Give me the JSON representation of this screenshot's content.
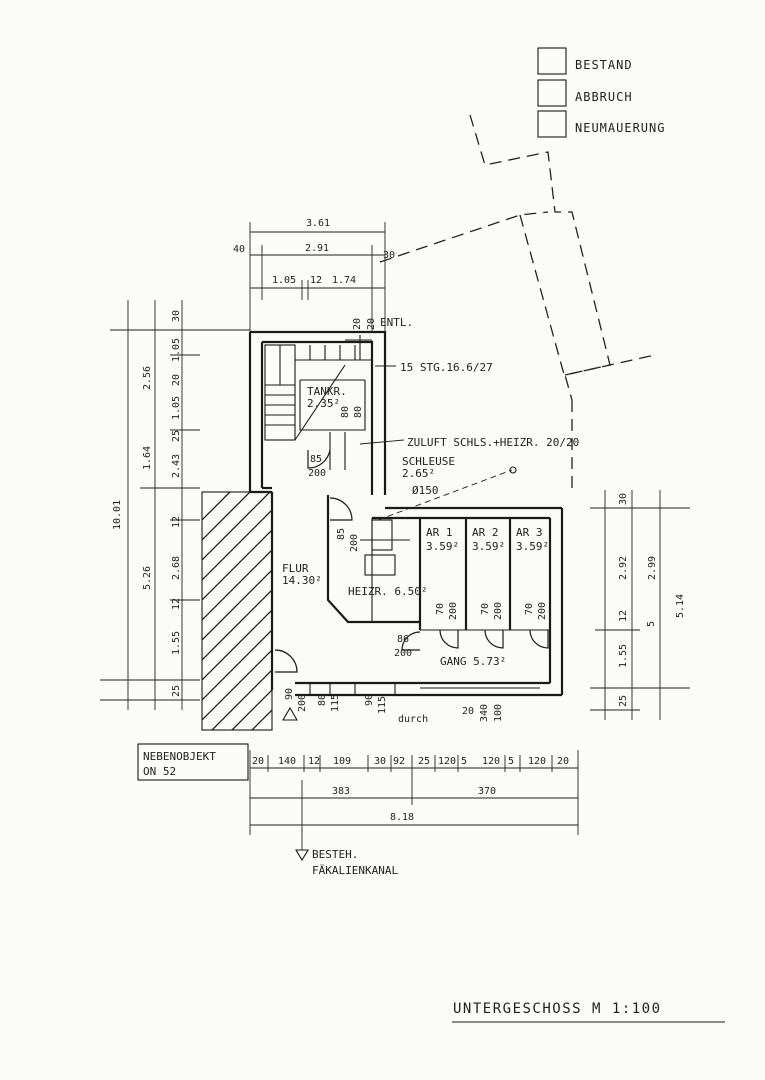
{
  "legend": {
    "bestand": "BESTAND",
    "abbruch": "ABBRUCH",
    "neumauerung": "NEUMAUERUNG"
  },
  "title": "UNTERGESCHOSS  M 1:100",
  "rooms": {
    "tankraum_name": "TANKR.",
    "tankraum_area": "2.35²",
    "schleuse_name": "SCHLEUSE",
    "schleuse_area": "2.65²",
    "flur_name": "FLUR",
    "flur_area": "14.30²",
    "heizraum": "HEIZR.  6.50²",
    "ar1_name": "AR 1",
    "ar1_area": "3.59²",
    "ar2_name": "AR 2",
    "ar2_area": "3.59²",
    "ar3_name": "AR 3",
    "ar3_area": "3.59²",
    "gang": "GANG 5.73²"
  },
  "annotations": {
    "entl": "ENTL.",
    "entl_size": "20",
    "entl_size2": "20",
    "stairs": "15 STG.16.6/27",
    "zuluft": "ZULUFT SCHLS.+HEIZR. 20/20",
    "diameter": "Ø150",
    "nebenobjekt_1": "NEBENOBJEKT",
    "nebenobjekt_2": "ON 52",
    "kanal_1": "BESTEH.",
    "kanal_2": "FÄKALIENKANAL",
    "pencil_1": "20",
    "pencil_2": "durch"
  },
  "dims_top": {
    "total": "3.61",
    "left": "40",
    "inner": "2.91",
    "right": "30",
    "a": "1.05",
    "b": "12",
    "c": "1.74"
  },
  "dims_left_outer": [
    "10.01",
    "30",
    "2.56",
    "1.05",
    "20",
    "1.05",
    "25",
    "1.64",
    "2.43",
    "12",
    "5.26",
    "2.68",
    "12",
    "1.55",
    "25"
  ],
  "dims_right": [
    "30",
    "2.92",
    "2.99",
    "12",
    "5",
    "5.14",
    "1.55",
    "25"
  ],
  "dims_bottom_row": [
    "20",
    "140",
    "12",
    "109",
    "30",
    "92",
    "25",
    "120",
    "5",
    "120",
    "5",
    "120",
    "20"
  ],
  "dims_bottom_sub": [
    "383",
    "370"
  ],
  "dims_bottom_total": "8.18",
  "door_labels": {
    "d1a": "85",
    "d1b": "200",
    "d2a": "80",
    "d2b": "80",
    "d3a": "85",
    "d3b": "200",
    "d4a": "86",
    "d4b": "200",
    "d5a": "70",
    "d5b": "200",
    "d6a": "70",
    "d6b": "200",
    "d7a": "70",
    "d7b": "200",
    "b1": "90",
    "b2": "200",
    "b3": "80",
    "b4": "115",
    "b5": "90",
    "b6": "115",
    "b7": "340",
    "b8": "100"
  }
}
